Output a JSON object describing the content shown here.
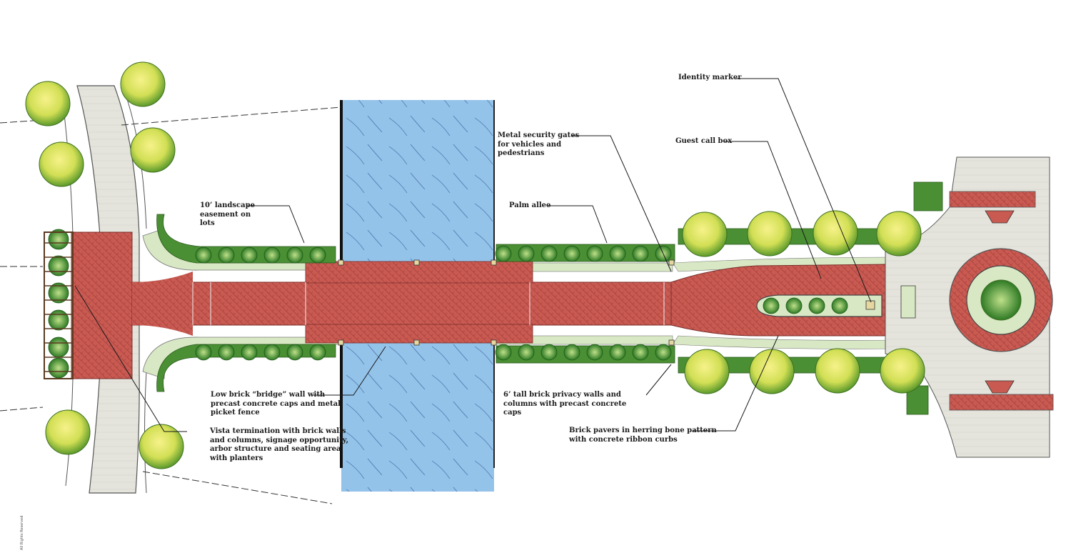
{
  "labels": {
    "identity_marker": "Identity marker",
    "guest_call_box": "Guest call box",
    "security_gates": [
      "Metal security gates",
      "for vehicles and",
      "pedestrians"
    ],
    "palm_allee": "Palm allee",
    "landscape_easement": [
      "10’ landscape",
      "easement on",
      "lots"
    ],
    "bridge_wall": [
      "Low brick “bridge” wall with",
      "precast concrete caps and metal",
      "picket fence"
    ],
    "vista_termination": [
      "Vista termination with brick walls",
      "and columns, signage opportunity,",
      "arbor structure and seating area",
      "with planters"
    ],
    "privacy_walls": [
      "6’ tall brick privacy walls and",
      "columns with precast concrete",
      "caps"
    ],
    "brick_pavers": [
      "Brick pavers in herring bone pattern",
      "with concrete ribbon curbs"
    ]
  },
  "copyright": "All Rights Reserved",
  "colors": {
    "brick": "#c9574f",
    "water": "#8fbfe6",
    "grass": "#d7e6c2",
    "hedge": "#3f8a2e",
    "tree_canopy": "#e0e86a",
    "concrete": "#e6e6e0"
  }
}
